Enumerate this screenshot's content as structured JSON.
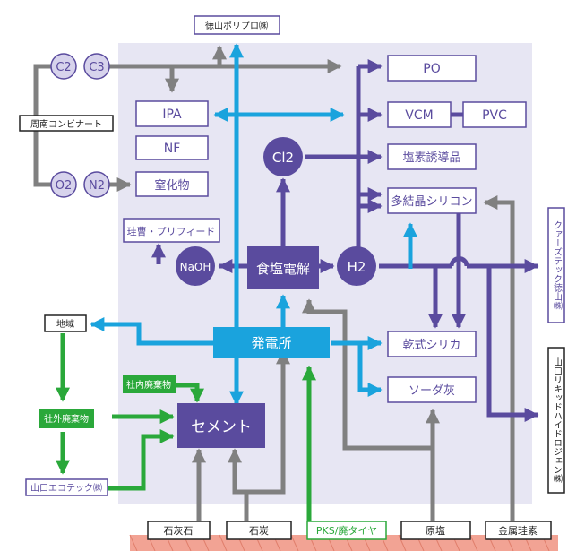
{
  "colors": {
    "background_panel": "#e7e6f3",
    "purple": "#5a4b9e",
    "purple_light": "#d7d3ec",
    "cyan": "#1aa3dd",
    "green": "#2aa83a",
    "gray": "#808080",
    "ground": "#f2a394"
  },
  "nodes": {
    "tokuyama_polypro": "徳山ポリプロ㈱",
    "shunan_kombinat": "周南コンビナート",
    "c2": "C2",
    "c3": "C3",
    "o2": "O2",
    "n2": "N2",
    "ipa": "IPA",
    "nf": "NF",
    "nitride": "窒化物",
    "cl2": "Cl2",
    "po": "PO",
    "vcm": "VCM",
    "pvc": "PVC",
    "chlorine_derivatives": "塩素誘導品",
    "polysilicon": "多結晶シリコン",
    "silicate": "珪曹・プリフィード",
    "naoh": "NaOH",
    "salt_electrolysis": "食塩電解",
    "h2": "H2",
    "quartz_tec": "クァーズテック徳山㈱",
    "region": "地域",
    "power_plant": "発電所",
    "dry_silica": "乾式シリカ",
    "soda_ash": "ソーダ灰",
    "yamaguchi_liquid_hydrogen": "山口リキッドハイドロジェン㈱",
    "internal_waste": "社内廃棄物",
    "external_waste": "社外廃棄物",
    "cement": "セメント",
    "yamaguchi_ecotec": "山口エコテック㈱",
    "limestone": "石灰石",
    "coal": "石炭",
    "pks_tires": "PKS/廃タイヤ",
    "raw_salt": "原塩",
    "metal_silicon": "金属珪素"
  }
}
